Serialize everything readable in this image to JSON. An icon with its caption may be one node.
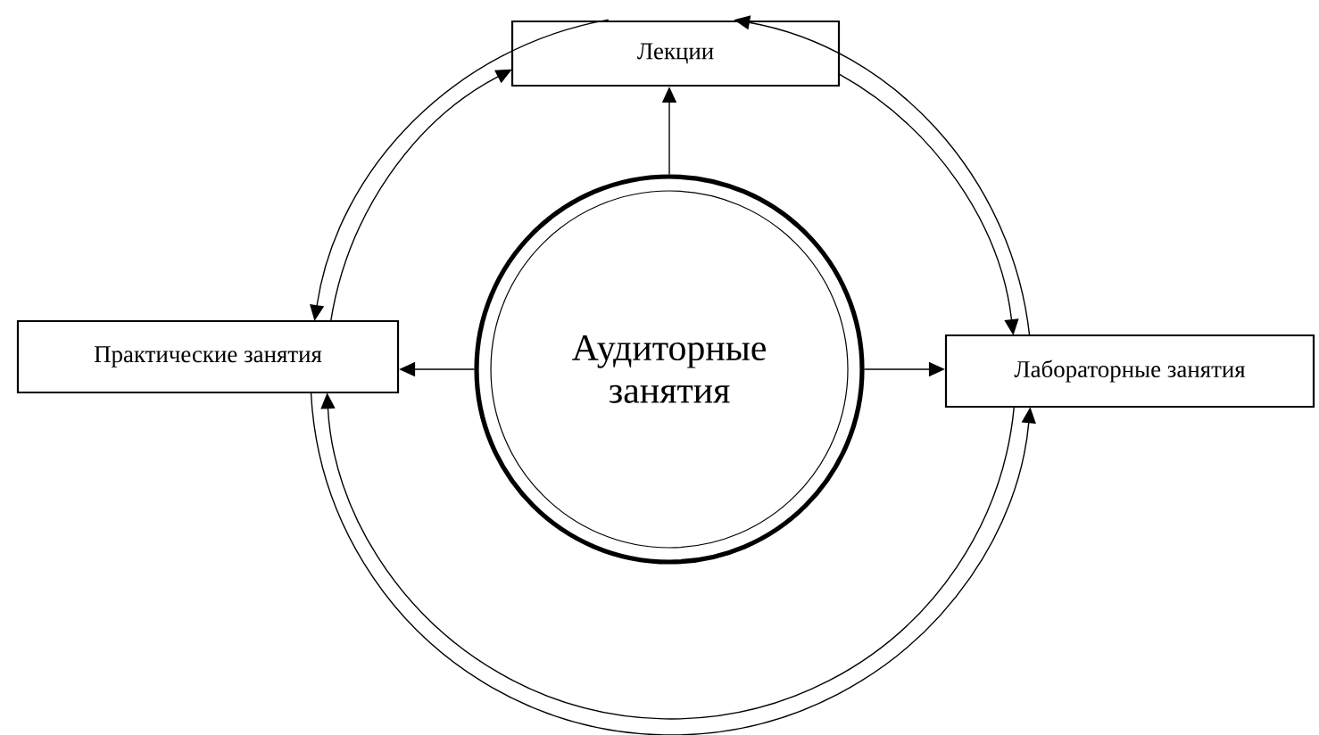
{
  "diagram": {
    "nodes": [
      {
        "text": [
          "Аудиторные занятия"
        ]
      },
      {
        "text": [
          "Лекции"
        ]
      },
      {
        "text": [
          "Практические занятия"
        ]
      },
      {
        "text": [
          "Лабораторные занятия"
        ]
      }
    ],
    "edges": [
      {
        "from": 0,
        "to": 1,
        "arrow": "to"
      },
      {
        "from": 0,
        "to": 2,
        "arrow": "to"
      },
      {
        "from": 0,
        "to": 3,
        "arrow": "to"
      },
      {
        "from": 2,
        "to": 1,
        "arrow": "to"
      },
      {
        "from": 1,
        "to": 2,
        "arrow": "to"
      },
      {
        "from": 3,
        "to": 1,
        "arrow": "to"
      },
      {
        "from": 1,
        "to": 3,
        "arrow": "to"
      },
      {
        "from": 3,
        "to": 2,
        "arrow": "to"
      },
      {
        "from": 2,
        "to": 3,
        "arrow": "to"
      }
    ]
  }
}
